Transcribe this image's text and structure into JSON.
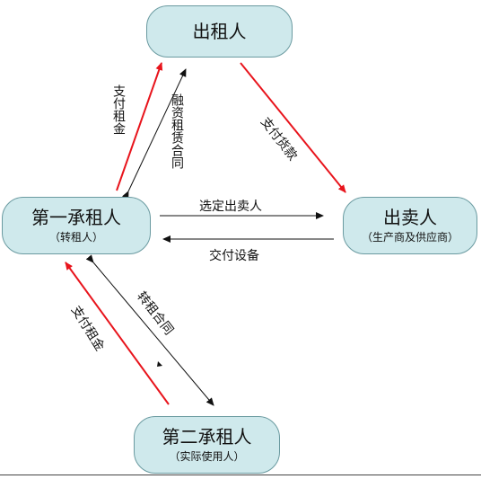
{
  "nodes": {
    "lessor": {
      "title": "出租人"
    },
    "lessee1": {
      "title": "第一承租人",
      "sub": "（转租人）"
    },
    "seller": {
      "title": "出卖人",
      "sub": "（生产商及供应商）"
    },
    "lessee2": {
      "title": "第二承租人",
      "sub": "（实际使用人）"
    }
  },
  "edges": {
    "pay_rent_1": "支付租金",
    "finance_lease_contract": "融资租赁合同",
    "pay_goods": "支付货款",
    "select_seller": "选定出卖人",
    "deliver_equipment": "交付设备",
    "sublease_contract": "转租合同",
    "pay_rent_2": "支付租金"
  },
  "colors": {
    "node_fill": "#cfe9ec",
    "node_border": "#6a9aa0",
    "money_arrow": "#e8141c",
    "contract_arrow": "#111111"
  }
}
